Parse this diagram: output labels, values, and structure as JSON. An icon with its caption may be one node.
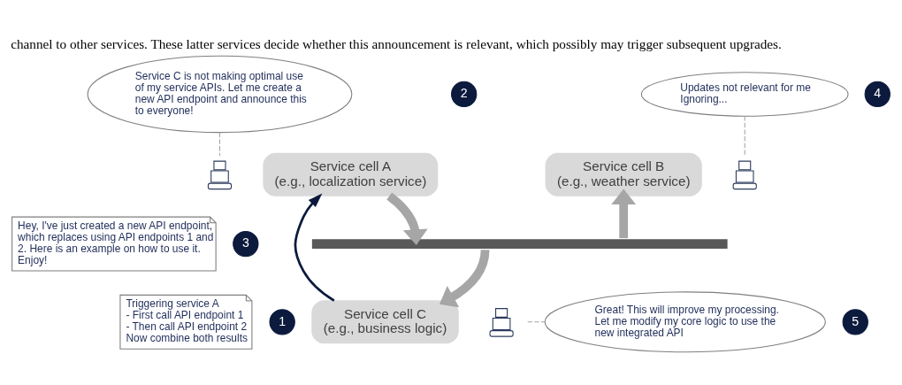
{
  "diagram": {
    "caption": "channel to other services. These latter services decide whether this announcement is relevant, which possibly may trigger subsequent upgrades.",
    "nodes": [
      {
        "text": [
          "Service C is not making optimal use of my service APIs. Let me create a new API endpoint and announce this to everyone!"
        ]
      },
      {
        "text": [
          "2"
        ]
      },
      {
        "text": [
          "Updates not relevant for me Ignoring..."
        ]
      },
      {
        "text": [],
        "shape": "picture"
      },
      {
        "text": [
          "Service cell A",
          "(e.g., localization service)"
        ]
      },
      {
        "text": [],
        "shape": "picture"
      },
      {
        "text": [
          "Service cell B",
          "(e.g., weather service)"
        ]
      },
      {
        "text": [
          "4"
        ]
      },
      {
        "text": [
          "Hey, I've just created a new API endpoint, which replaces using API endpoints 1 and 2. Here is an example on how to use it. Enjoy!"
        ]
      },
      {
        "text": [
          "3"
        ]
      },
      {
        "text": [],
        "shape": "bar"
      },
      {
        "text": [
          "Triggering service A",
          "- First call API endpoint 1",
          "- Then call API endpoint 2",
          "Now combine both results"
        ]
      },
      {
        "text": [
          "1"
        ]
      },
      {
        "text": [],
        "shape": "picture"
      },
      {
        "text": [
          "Great! This will improve my processing. Let me modify my core logic to use the new integrated API"
        ]
      },
      {
        "text": [
          "5"
        ]
      },
      {
        "text": [
          "Service cell C",
          "(e.g., business logic)"
        ]
      }
    ],
    "edges": [
      {
        "from": 4,
        "to": 10,
        "arrow": "to",
        "style": "thick"
      },
      {
        "from": 10,
        "to": 6,
        "arrow": "to",
        "style": "thick"
      },
      {
        "from": 10,
        "to": 16,
        "arrow": "to",
        "style": "thick"
      },
      {
        "from": 16,
        "to": 4,
        "arrow": "to",
        "color": "#0b1a3d"
      },
      {
        "from": 0,
        "to": 3,
        "arrow": "none",
        "style": "dashed"
      },
      {
        "from": 2,
        "to": 5,
        "arrow": "none",
        "style": "dashed"
      },
      {
        "from": 13,
        "to": 14,
        "arrow": "none",
        "style": "dashed"
      }
    ]
  }
}
